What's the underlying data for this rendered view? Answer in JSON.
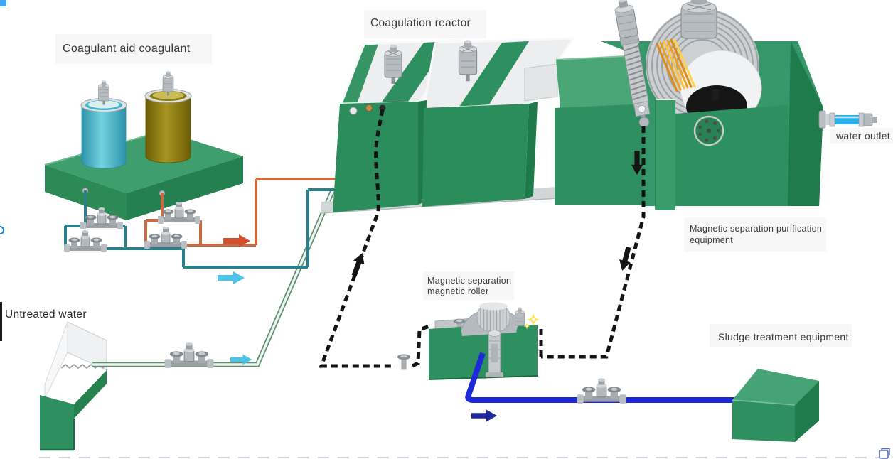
{
  "labels": {
    "coagulant_aid": "Coagulant aid coagulant",
    "coagulation_reactor": "Coagulation reactor",
    "water_outlet": "water outlet",
    "magnetic_purification": [
      "Magnetic separation purification",
      "equipment"
    ],
    "magnetic_roller": [
      "Magnetic separation",
      "magnetic roller"
    ],
    "untreated_water": "Untreated water",
    "sludge_treatment": "Sludge treatment equipment"
  },
  "colors": {
    "equipment_green": "#2e9060",
    "equipment_green_dark": "#1f7a4c",
    "equipment_green_light": "#4aa577",
    "tank_cyan": "#3fb6ca",
    "tank_olive": "#8a7a12",
    "pipe_teal": "#2a7f8a",
    "pipe_orange": "#c96a42",
    "pipe_blue": "#1d28d8",
    "pipe_black": "#141414",
    "pipe_untreated_edge": "#5f8f72",
    "arrow_red": "#d1502e",
    "arrow_cyan": "#4ec3ea",
    "arrow_blue": "#1f2a9e",
    "water_outlet_blue": "#2ab0e8",
    "metal_silver": "#c3c7cb",
    "brush_orange": "#f0a020",
    "sparkle_yellow": "#ffdf4d"
  },
  "flow_arrows": [
    {
      "id": "coagulant-flow",
      "direction": "right",
      "color_ref": "arrow_red"
    },
    {
      "id": "coagulant-aid-flow",
      "direction": "right",
      "color_ref": "arrow_cyan"
    },
    {
      "id": "untreated-water-flow",
      "direction": "right",
      "color_ref": "arrow_cyan"
    },
    {
      "id": "return-to-reactor-flow",
      "direction": "up-diagonal",
      "color_ref": "pipe_black"
    },
    {
      "id": "purification-discharge-flow",
      "direction": "down",
      "color_ref": "pipe_black"
    },
    {
      "id": "to-roller-flow",
      "direction": "down-diagonal",
      "color_ref": "pipe_black"
    },
    {
      "id": "sludge-flow",
      "direction": "right",
      "color_ref": "arrow_blue"
    }
  ],
  "icons": {
    "pump": "twin-valve-dosing-pump",
    "valve": "hand-valve",
    "motor": "mixer-motor",
    "sparkle": "magnetic-spark",
    "window_restore": "window-restore-outline",
    "blue_ring": "circle-outline-mark",
    "blue_corner": "corner-mark"
  }
}
